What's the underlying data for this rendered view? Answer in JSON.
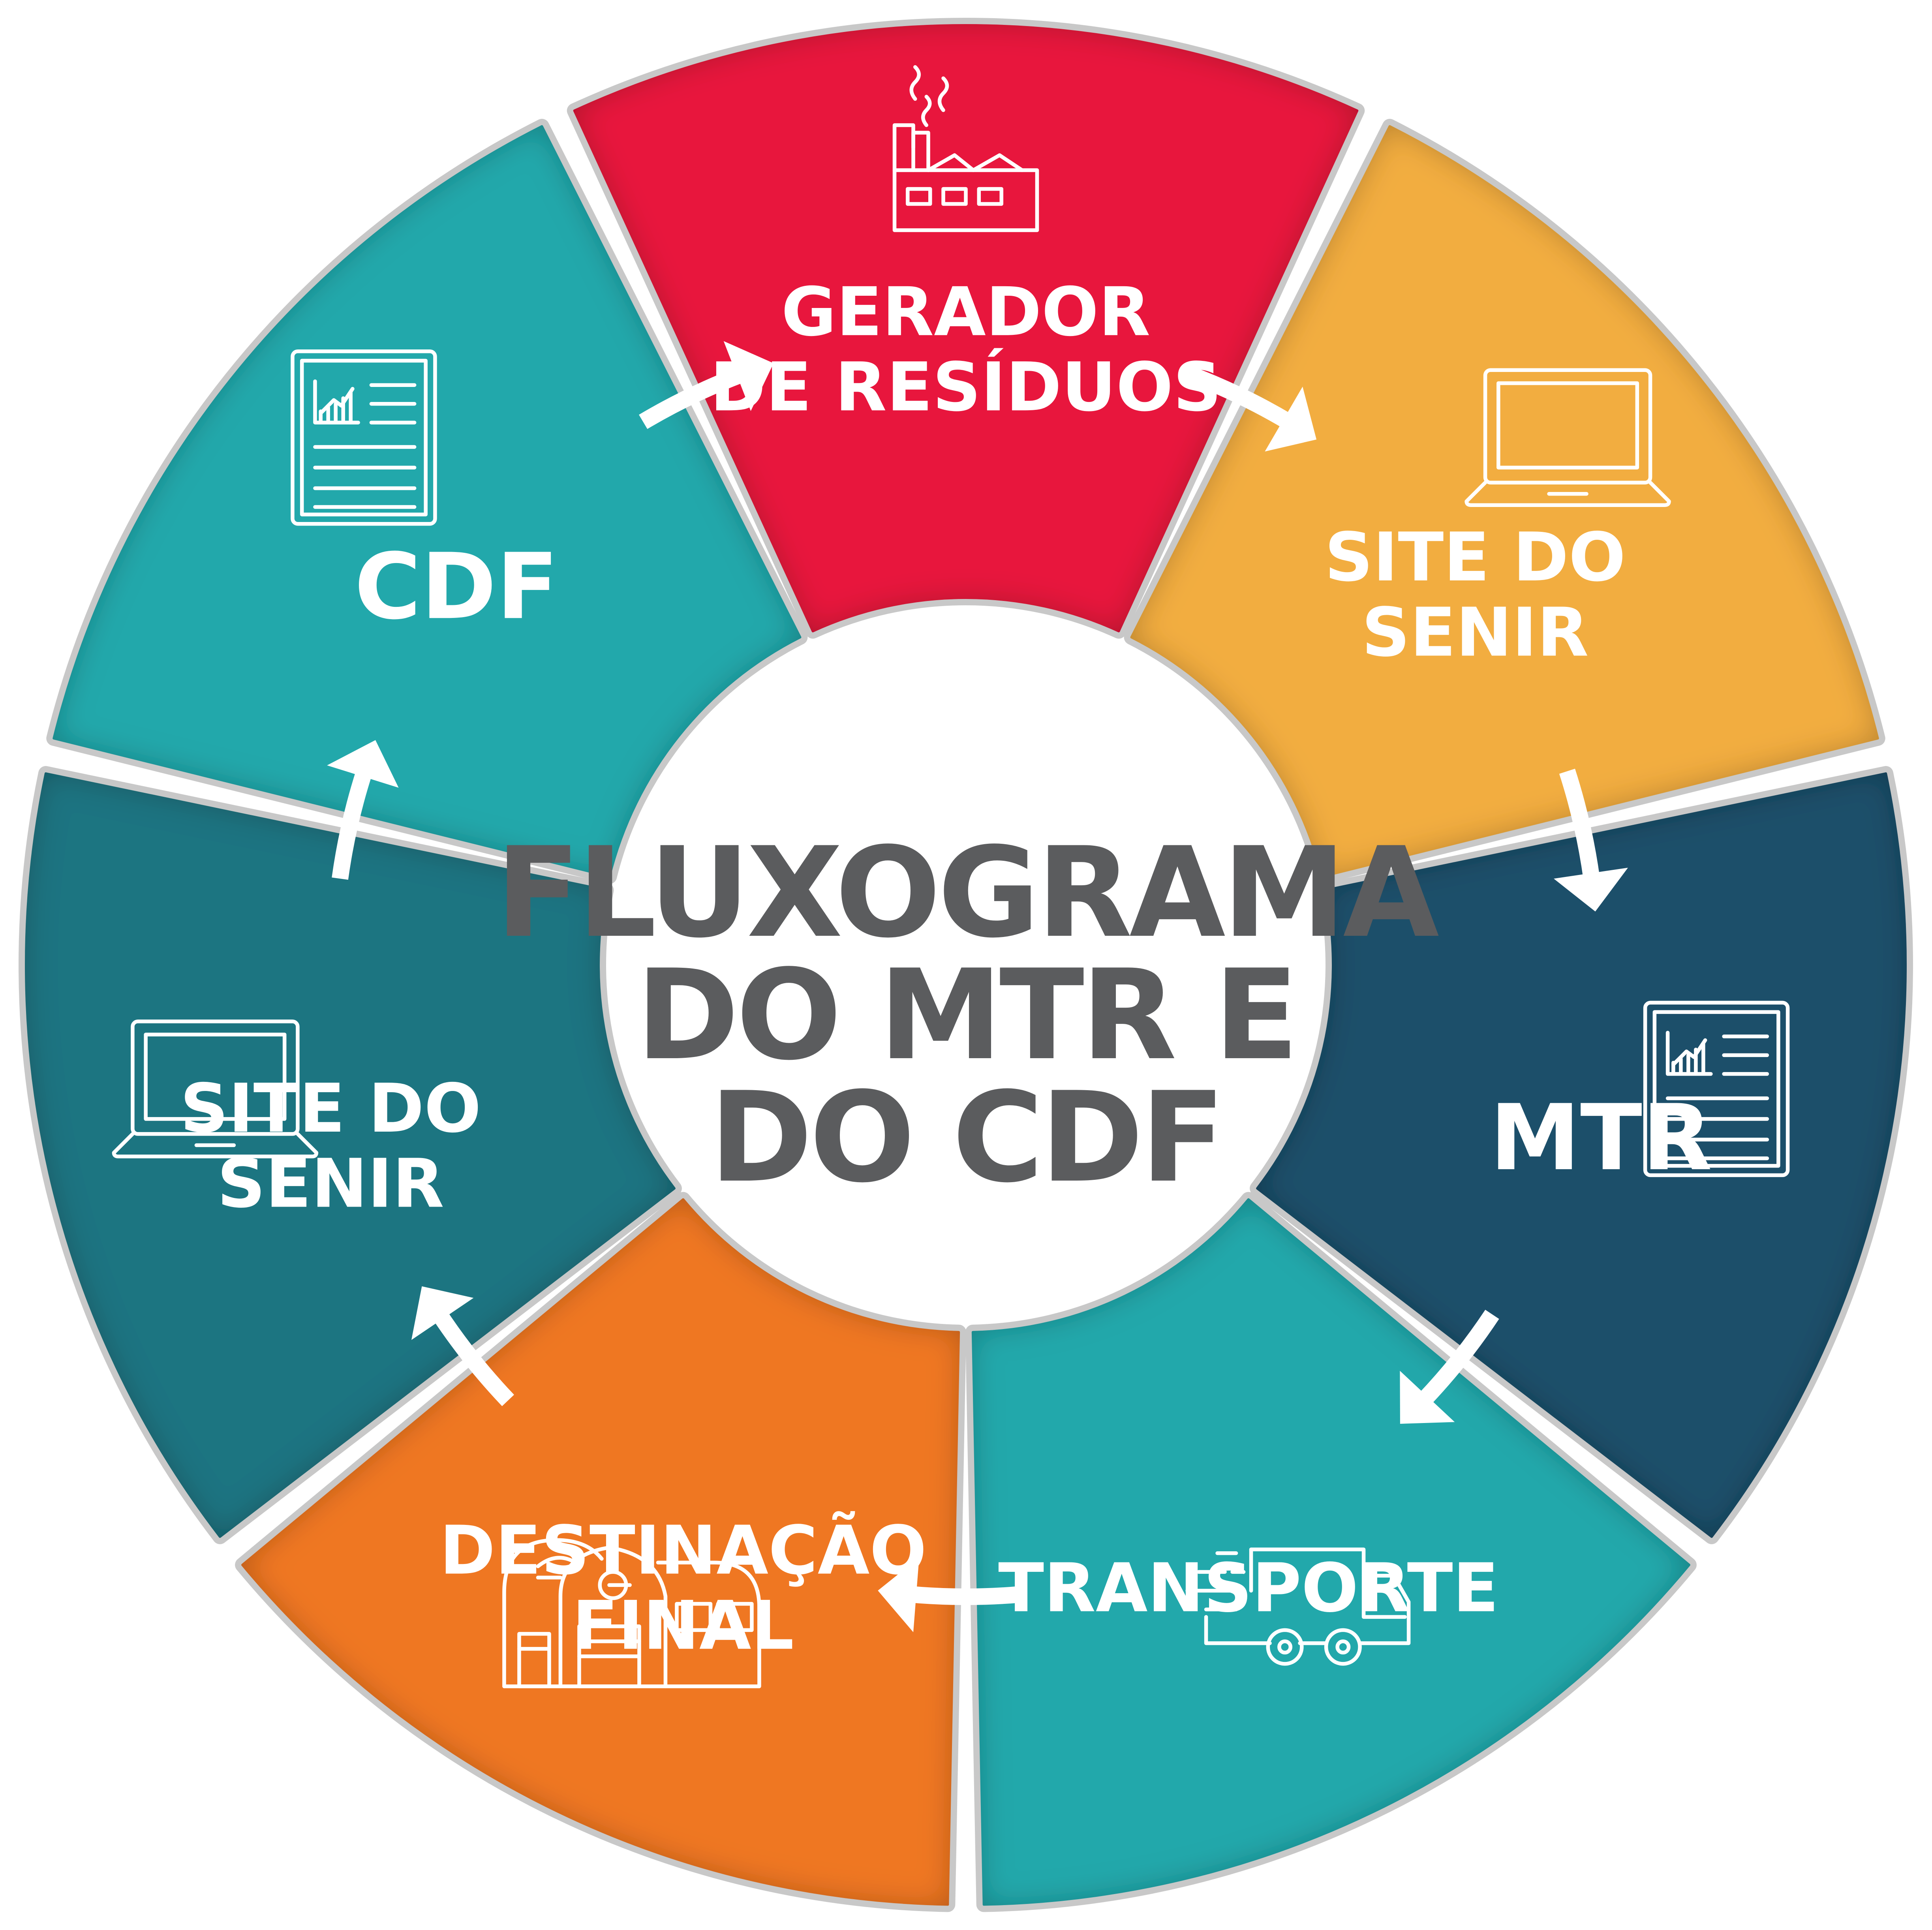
{
  "center_title": [
    "FLUXOGRAMA",
    "DO MTR E",
    "DO CDF"
  ],
  "segments": [
    {
      "id": "gerador",
      "label": [
        "GERADOR",
        "DE RESÍDUOS"
      ],
      "color": "#e8173d",
      "icon": "factory-icon"
    },
    {
      "id": "site1",
      "label": [
        "SITE DO",
        "SENIR"
      ],
      "color": "#f2ad40",
      "icon": "laptop-icon"
    },
    {
      "id": "mtr",
      "label": [
        "MTR"
      ],
      "color": "#1c4f6a",
      "icon": "document-chart-icon"
    },
    {
      "id": "transporte",
      "label": [
        "TRANSPORTE"
      ],
      "color": "#22a8ab",
      "icon": "truck-icon"
    },
    {
      "id": "destinacao",
      "label": [
        "DESTINAÇÃO",
        "FINAL"
      ],
      "color": "#ef7722",
      "icon": "warehouse-icon"
    },
    {
      "id": "site2",
      "label": [
        "SITE DO",
        "SENIR"
      ],
      "color": "#1e7481",
      "icon": "laptop-icon"
    },
    {
      "id": "cdf",
      "label": [
        "CDF"
      ],
      "color": "#22a8ab",
      "icon": "document-chart-icon"
    }
  ],
  "colors": {
    "title": "#5b5c5e",
    "outline": "#c8c8c8",
    "background": "#ffffff"
  }
}
